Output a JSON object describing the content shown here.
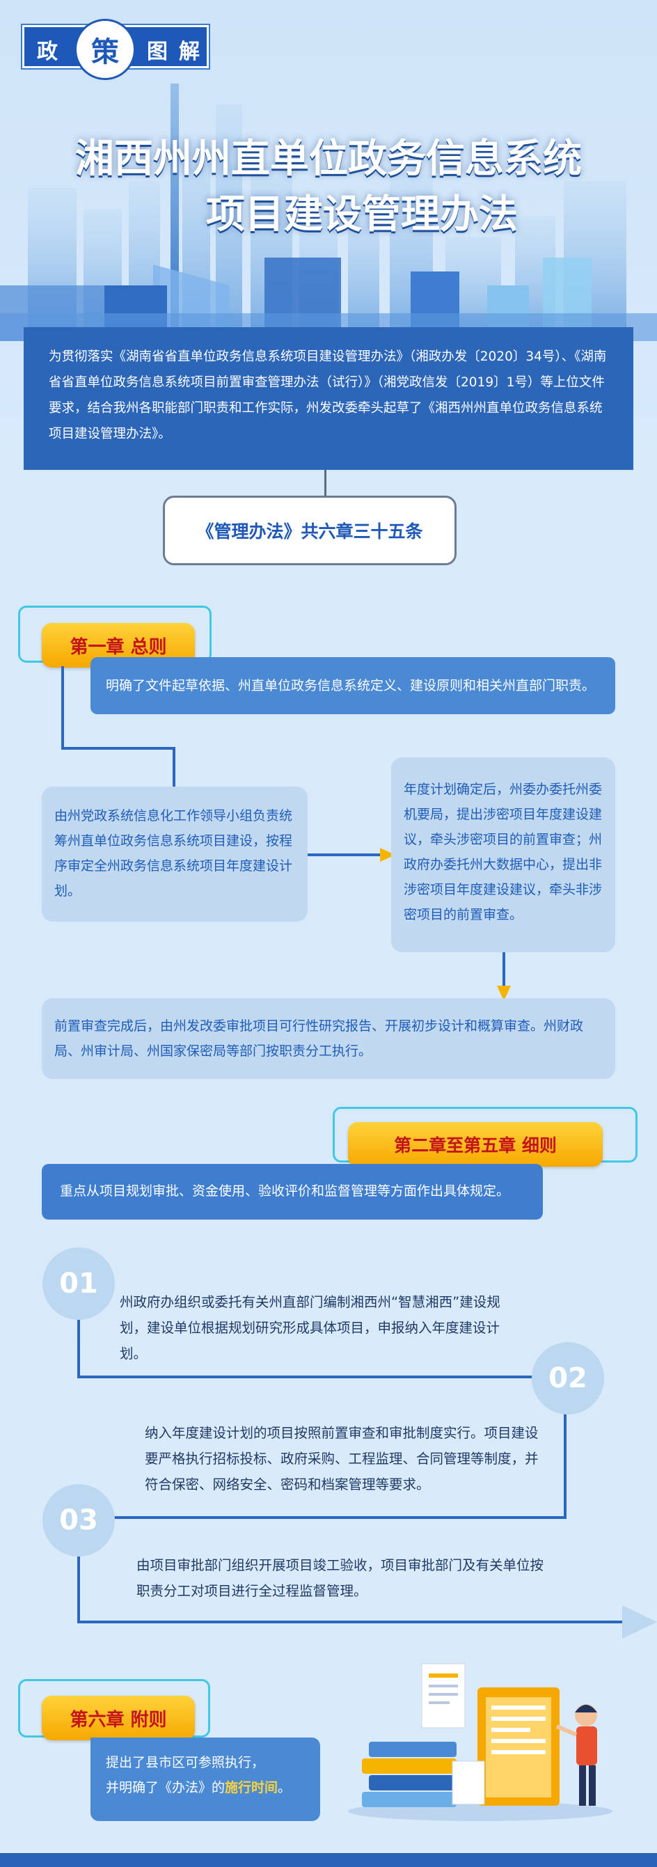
{
  "badge": {
    "c1": "政",
    "c2": "策",
    "c3": "图",
    "c4": "解"
  },
  "title": {
    "line1": "湘西州州直单位政务信息系统",
    "line2": "项目建设管理办法"
  },
  "intro": "为贯彻落实《湖南省省直单位政务信息系统项目建设管理办法》（湘政办发〔2020〕34号）、《湖南省省直单位政务信息系统项目前置审查管理办法（试行）》（湘党政信发〔2019〕1号）等上位文件要求，结合我州各职能部门职责和工作实际，州发改委牵头起草了《湘西州州直单位政务信息系统项目建设管理办法》。",
  "summary": "《管理办法》共六章三十五条",
  "chapter1": {
    "label": "第一章 总则",
    "bar": "明确了文件起草依据、州直单位政务信息系统定义、建设原则和相关州直部门职责。",
    "left_box": "由州党政系统信息化工作领导小组负责统筹州直单位政务信息系统项目建设，按程序审定全州政务信息系统项目年度建设计划。",
    "right_box": "年度计划确定后，州委办委托州委机要局，提出涉密项目年度建设建议，牵头涉密项目的前置审查；州政府办委托州大数据中心，提出非涉密项目年度建设建议，牵头非涉密项目的前置审查。",
    "bottom_box": "前置审查完成后，由州发改委审批项目可行性研究报告、开展初步设计和概算审查。州财政局、州审计局、州国家保密局等部门按职责分工执行。"
  },
  "chapter2": {
    "label": "第二章至第五章 细则",
    "bar": "重点从项目规划审批、资金使用、验收评价和监督管理等方面作出具体规定。",
    "steps": [
      {
        "num": "01",
        "text": "州政府办组织或委托有关州直部门编制湘西州“智慧湘西”建设规划，建设单位根据规划研究形成具体项目，申报纳入年度建设计划。"
      },
      {
        "num": "02",
        "text": "纳入年度建设计划的项目按照前置审查和审批制度实行。项目建设要严格执行招标投标、政府采购、工程监理、合同管理等制度，并符合保密、网络安全、密码和档案管理等要求。"
      },
      {
        "num": "03",
        "text": "由项目审批部门组织开展项目竣工验收，项目审批部门及有关单位按职责分工对项目进行全过程监督管理。"
      }
    ]
  },
  "chapter6": {
    "label": "第六章 附则",
    "line1": "提出了县市区可参照执行，",
    "line2_pre": "并明确了《办法》的",
    "line2_hl": "施行时间",
    "line2_post": "。"
  },
  "colors": {
    "primary": "#2c66b9",
    "accent": "#f6a800",
    "label_text": "#c4141a",
    "frame": "#41c8e6"
  }
}
